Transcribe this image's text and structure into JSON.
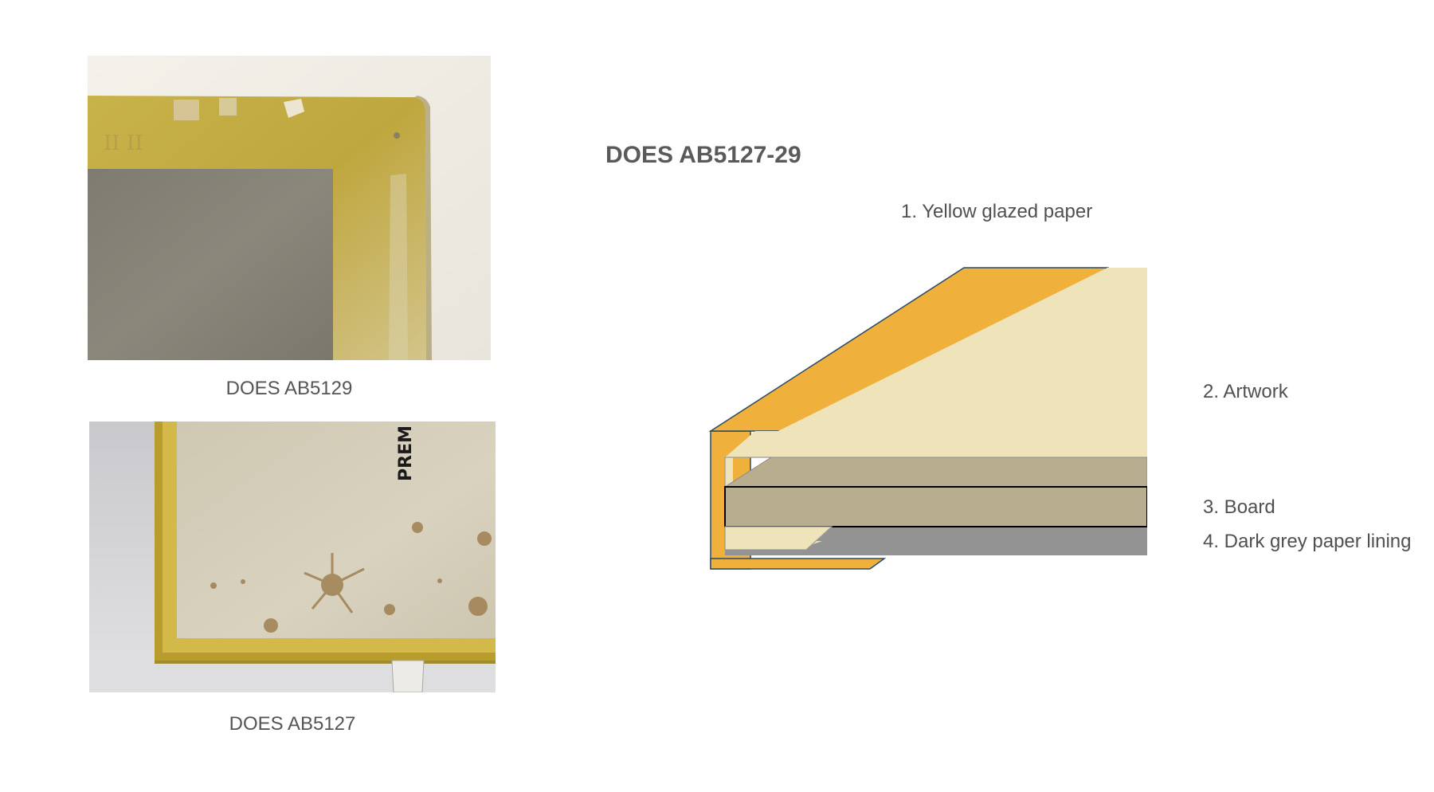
{
  "photos": [
    {
      "caption": "DOES AB5129",
      "image_description_hidden": false
    },
    {
      "caption": "DOES AB5127",
      "stamp_text": "PREM"
    }
  ],
  "diagram": {
    "title": "DOES AB5127-29",
    "layers": [
      {
        "label": "1. Yellow glazed paper",
        "color": "#F0B03C"
      },
      {
        "label": "2. Artwork",
        "color": "#EFE3B9"
      },
      {
        "label": "3. Board",
        "color": "#B8AE8F"
      },
      {
        "label": "4. Dark grey paper lining",
        "color": "#939393"
      }
    ]
  }
}
